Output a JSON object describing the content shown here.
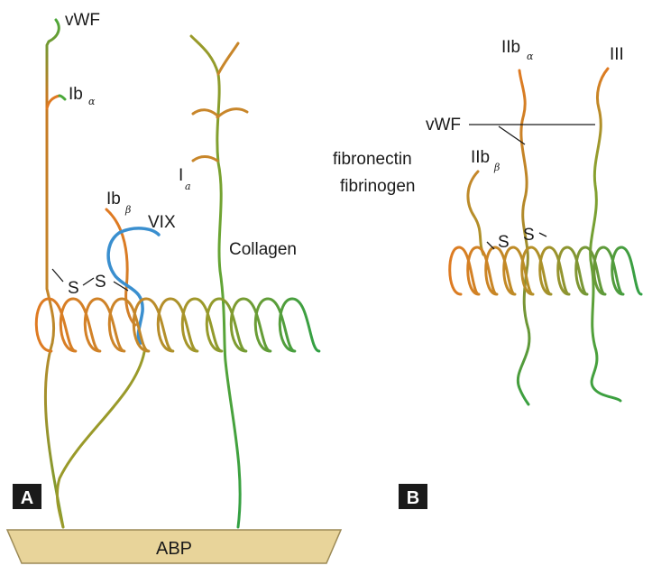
{
  "panel_a": {
    "badge": "A",
    "labels": {
      "vwf": "vWF",
      "ib_alpha": "Ib",
      "ib_alpha_sub": "α",
      "ib_beta": "Ib",
      "ib_beta_sub": "β",
      "vix": "VIX",
      "ia": "I",
      "ia_sub": "a",
      "collagen": "Collagen",
      "s_left": "S",
      "s_right": "S",
      "abp": "ABP"
    }
  },
  "panel_b": {
    "badge": "B",
    "labels": {
      "iib_alpha": "IIb",
      "iib_alpha_sub": "α",
      "iii": "III",
      "vwf": "vWF",
      "fibronectin": "fibronectin",
      "fibrinogen": "fibrinogen",
      "iib_beta": "IIb",
      "iib_beta_sub": "β",
      "s_left": "S",
      "s_right": "S"
    }
  },
  "colors": {
    "orange": "#e07a22",
    "olive": "#9a9a2a",
    "green": "#3aa040",
    "blue": "#3a8fcf",
    "abp_fill": "#e8d49a",
    "abp_stroke": "#9c8a56"
  }
}
